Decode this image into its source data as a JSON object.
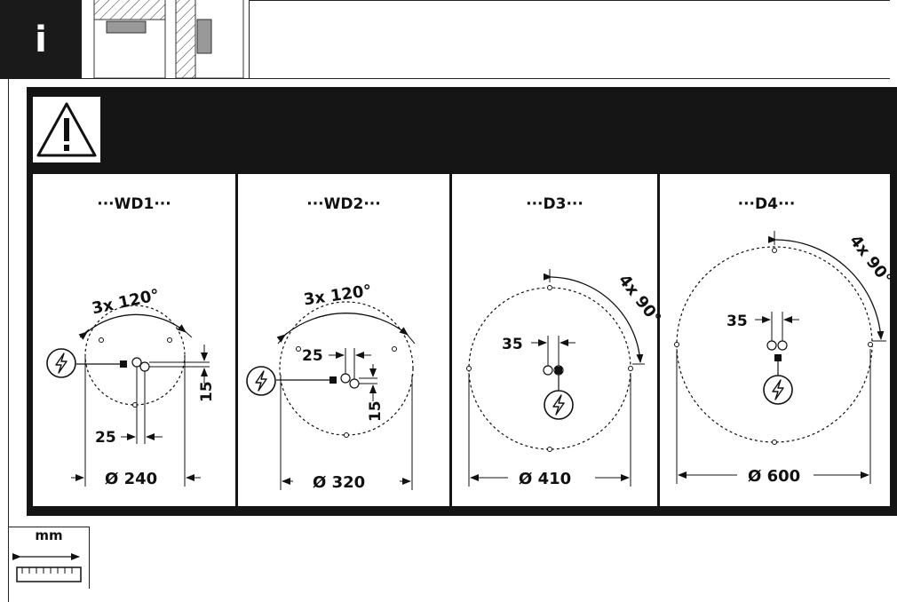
{
  "header": {
    "badge": "i"
  },
  "variants": [
    {
      "title": "···WD1···",
      "angle": "3x 120°",
      "diameter": "Ø 240",
      "dim_a": "25",
      "dim_b": "15"
    },
    {
      "title": "···WD2···",
      "angle": "3x 120°",
      "diameter": "Ø 320",
      "dim_a": "25",
      "dim_b": "15"
    },
    {
      "title": "···D3···",
      "angle": "4x 90°",
      "diameter": "Ø 410",
      "dim_a": "35"
    },
    {
      "title": "···D4···",
      "angle": "4x 90°",
      "diameter": "Ø 600",
      "dim_a": "35"
    }
  ],
  "footer": {
    "unit": "mm"
  },
  "icons": [
    "info-icon",
    "mounting-ceiling-icon",
    "mounting-wall-icon",
    "warning-triangle-icon",
    "electrical-connection-icon",
    "ruler-icon"
  ]
}
